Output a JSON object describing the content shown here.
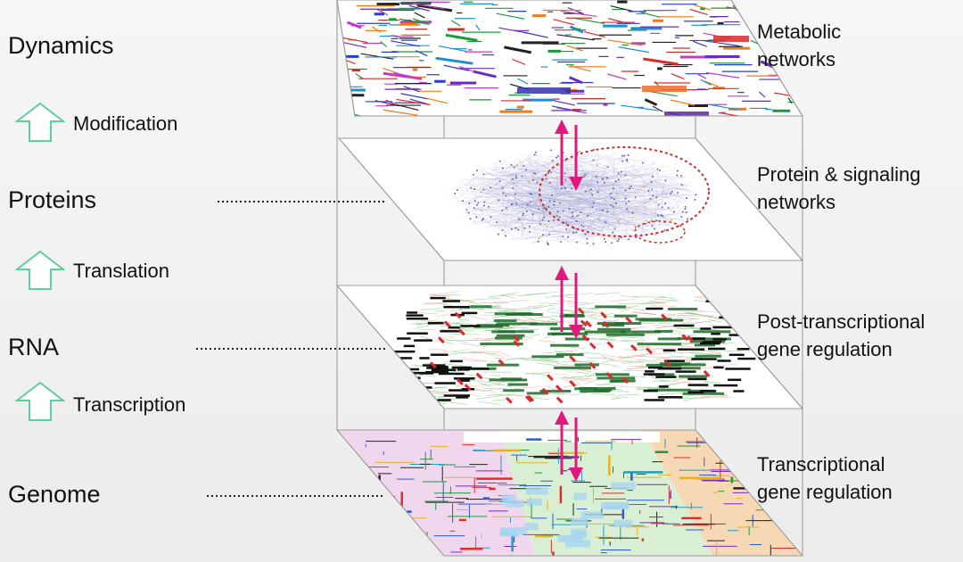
{
  "levels": [
    {
      "name": "Dynamics",
      "network": [
        "Metabolic",
        "networks"
      ]
    },
    {
      "name": "Proteins",
      "network": [
        "Protein & signaling",
        "networks"
      ]
    },
    {
      "name": "RNA",
      "network": [
        "Post-transcriptional",
        "gene regulation"
      ]
    },
    {
      "name": "Genome",
      "network": [
        "Transcriptional",
        "gene regulation"
      ]
    }
  ],
  "steps": [
    "Modification",
    "Translation",
    "Transcription"
  ],
  "colors": {
    "arrow": "#e0197f",
    "up_arrow_stroke": "#5fcf9a",
    "pillar": "#b4b4b4",
    "dotted_line": "#222222"
  }
}
